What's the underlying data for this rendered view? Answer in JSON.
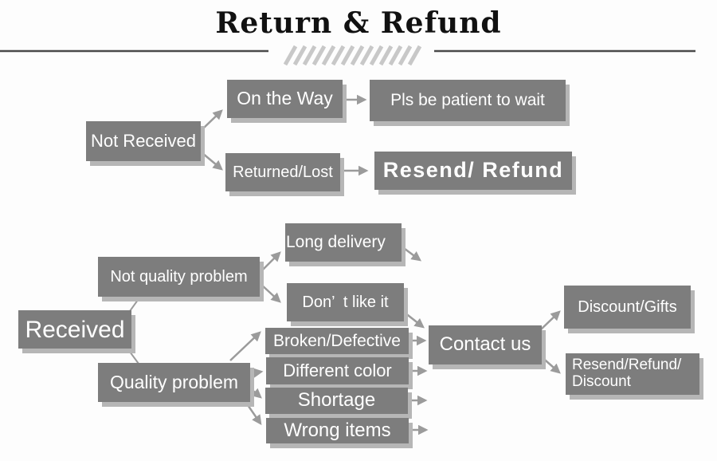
{
  "title": "Return & Refund",
  "colors": {
    "box": "#7d7d7d",
    "box_text": "#ffffff",
    "arrow": "#9b9b9b",
    "shadow": "#b6b6b6",
    "divider": "#4a4a4a",
    "slashes": "#c8c8c8",
    "title": "#111111",
    "background": "#fdfdfd"
  },
  "nodes": {
    "not_received": {
      "label": "Not Received"
    },
    "on_the_way": {
      "label": "On the Way"
    },
    "pls_wait": {
      "label": "Pls be patient to wait"
    },
    "returned_lost": {
      "label": "Returned/Lost"
    },
    "resend_refund": {
      "label": "Resend/ Refund"
    },
    "received": {
      "label": "Received"
    },
    "not_quality_problem": {
      "label": "Not quality problem"
    },
    "long_delivery": {
      "label": "Long delivery"
    },
    "dont_like_it": {
      "label": "Don’  t like it"
    },
    "quality_problem": {
      "label": "Quality problem"
    },
    "broken_defective": {
      "label": "Broken/Defective"
    },
    "different_color": {
      "label": "Different color"
    },
    "shortage": {
      "label": "Shortage"
    },
    "wrong_items": {
      "label": "Wrong items"
    },
    "contact_us": {
      "label": "Contact us"
    },
    "discount_gifts": {
      "label": "Discount/Gifts"
    },
    "resend_refund_discount": {
      "label": "Resend/Refund/\nDiscount"
    }
  },
  "flow": {
    "not_received_branches": [
      "On the Way",
      "Returned/Lost"
    ],
    "on_the_way_to": "Pls be patient to wait",
    "returned_lost_to": "Resend/ Refund",
    "received_branches": [
      "Not quality problem",
      "Quality problem"
    ],
    "not_quality_problem_branches": [
      "Long delivery",
      "Don’ t like it"
    ],
    "quality_problem_branches": [
      "Broken/Defective",
      "Different color",
      "Shortage",
      "Wrong items"
    ],
    "contact_us_branches": [
      "Discount/Gifts",
      "Resend/Refund/ Discount"
    ]
  }
}
